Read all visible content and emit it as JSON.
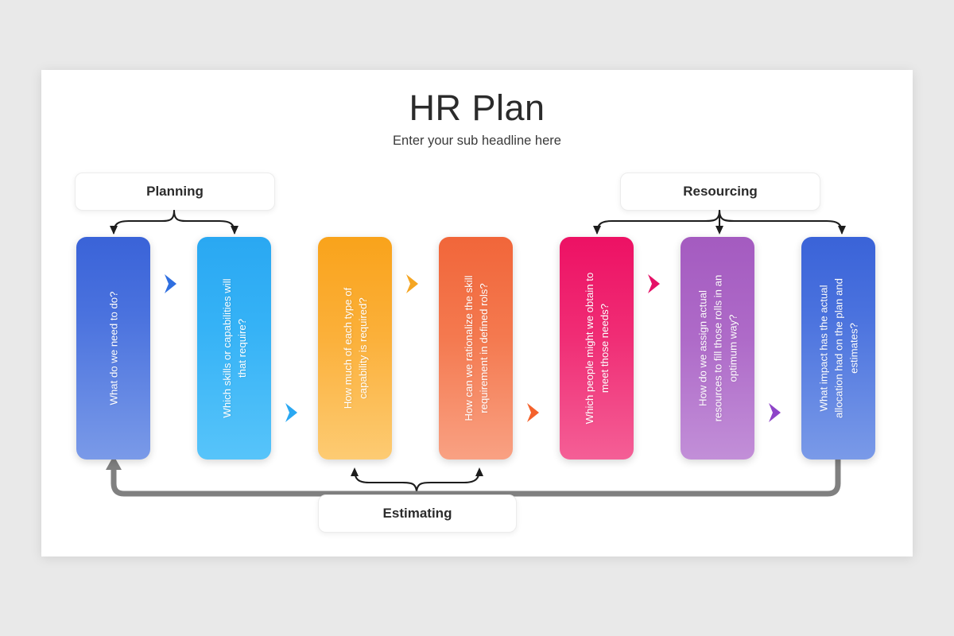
{
  "slide": {
    "title": "HR Plan",
    "subtitle": "Enter your sub headline here",
    "background_color": "#e9e9e9",
    "canvas_color": "#ffffff"
  },
  "categories": [
    {
      "id": "planning",
      "label": "Planning",
      "covers": [
        1,
        2
      ]
    },
    {
      "id": "resourcing",
      "label": "Resourcing",
      "covers": [
        5,
        6,
        7
      ]
    },
    {
      "id": "estimating",
      "label": "Estimating",
      "covers": [
        3,
        4
      ]
    }
  ],
  "cards": [
    {
      "index": 1,
      "text": "What do we need to do?",
      "color": "#4a72de",
      "group": "planning"
    },
    {
      "index": 2,
      "text": "Which skills or capabilities will\nthat require?",
      "color": "#35b2f6",
      "group": "planning"
    },
    {
      "index": 3,
      "text": "How much of each type of\ncapability is required?",
      "color": "#fbb03a",
      "group": "estimating"
    },
    {
      "index": 4,
      "text": "How can we rationalize the skill\nrequirement in defined rols?",
      "color": "#f4794f",
      "group": "estimating"
    },
    {
      "index": 5,
      "text": "Which people might we obtain to\nmeet those needs?",
      "color": "#f02d75",
      "group": "resourcing"
    },
    {
      "index": 6,
      "text": "How do we assign actual\nresources to fill those rolls in an\noptimum way?",
      "color": "#ae6ac8",
      "group": "resourcing"
    },
    {
      "index": 7,
      "text": "What impact has the actual\nallocation had on the plan and\nestimates?",
      "color": "#4a72de",
      "group": "resourcing"
    }
  ],
  "connectors": [
    {
      "id": "chevron-1",
      "icon": "chevron-right-icon",
      "color": "#2f6fe0",
      "position": "high"
    },
    {
      "id": "chevron-2",
      "icon": "chevron-right-icon",
      "color": "#2aa8f2",
      "position": "low"
    },
    {
      "id": "chevron-3",
      "icon": "chevron-right-icon",
      "color": "#f5a623",
      "position": "high"
    },
    {
      "id": "chevron-4",
      "icon": "chevron-right-icon",
      "color": "#f4622c",
      "position": "low"
    },
    {
      "id": "chevron-5",
      "icon": "chevron-right-icon",
      "color": "#e51167",
      "position": "high"
    },
    {
      "id": "chevron-6",
      "icon": "chevron-right-icon",
      "color": "#8e44c8",
      "position": "low"
    }
  ],
  "feedback_loop": {
    "from_card": 7,
    "to_card": 1,
    "color": "#808080"
  }
}
